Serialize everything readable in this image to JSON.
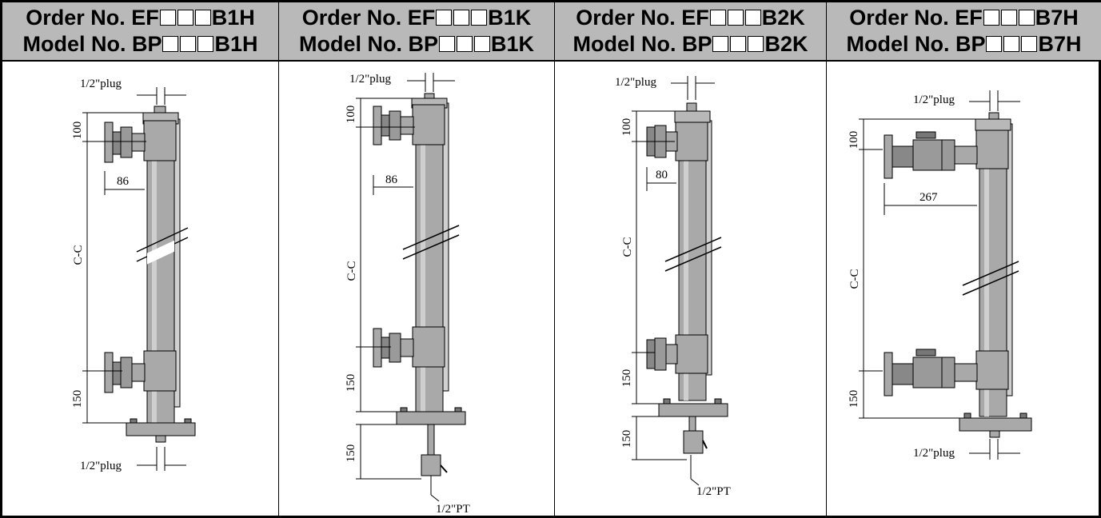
{
  "columns": [
    {
      "order_prefix": "Order No. EF",
      "order_suffix": "B1H",
      "model_prefix": "Model No. BP",
      "model_suffix": "B1H",
      "labels": {
        "top_plug": "1/2\"plug",
        "top_dim": "100",
        "offset": "86",
        "cc": "C-C",
        "bottom_dim": "150",
        "bottom_plug": "1/2\"plug"
      }
    },
    {
      "order_prefix": "Order No. EF",
      "order_suffix": "B1K",
      "model_prefix": "Model No. BP",
      "model_suffix": "B1K",
      "labels": {
        "top_plug": "1/2\"plug",
        "top_dim": "100",
        "offset": "86",
        "cc": "C-C",
        "bottom_dim": "150",
        "drain_dim": "150",
        "pt": "1/2\"PT"
      }
    },
    {
      "order_prefix": "Order No. EF",
      "order_suffix": "B2K",
      "model_prefix": "Model No. BP",
      "model_suffix": "B2K",
      "labels": {
        "top_plug": "1/2\"plug",
        "top_dim": "100",
        "offset": "80",
        "cc": "C-C",
        "bottom_dim": "150",
        "drain_dim": "150",
        "pt": "1/2\"PT"
      }
    },
    {
      "order_prefix": "Order No. EF",
      "order_suffix": "B7H",
      "model_prefix": "Model No. BP",
      "model_suffix": "B7H",
      "labels": {
        "top_plug": "1/2\"plug",
        "top_dim": "100",
        "offset": "267",
        "cc": "C-C",
        "bottom_dim": "150",
        "bottom_plug": "1/2\"plug"
      }
    }
  ],
  "colors": {
    "header_bg": "#b9b9b9",
    "metal": "#a9a9a9",
    "metal_dark": "#777777",
    "line": "#000000"
  }
}
